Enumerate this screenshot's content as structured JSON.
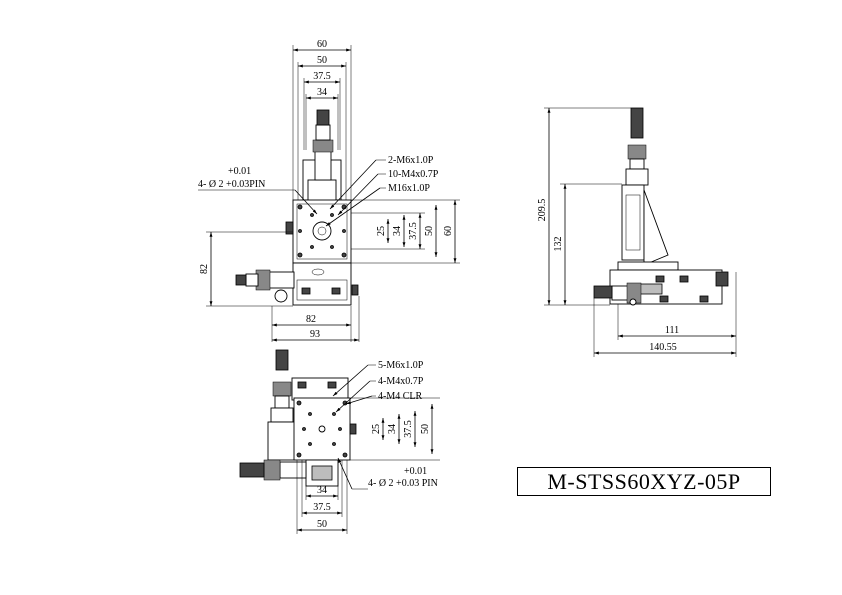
{
  "model": "M-STSS60XYZ-05P",
  "top_view": {
    "dims_top": [
      "60",
      "50",
      "37.5",
      "34"
    ],
    "dims_right": [
      "25",
      "34",
      "37.5",
      "50",
      "60"
    ],
    "dim_left": "82",
    "dims_bottom": [
      "82",
      "93"
    ],
    "callouts": [
      "2-M6x1.0P",
      "10-M4x0.7P",
      "M16x1.0P"
    ],
    "pin_tol": "+0.01",
    "pin_label": "4- Ø 2 +0.03PIN"
  },
  "side_view": {
    "dims_left": [
      "209.5",
      "132"
    ],
    "dims_bottom": [
      "111",
      "140.55"
    ]
  },
  "bottom_view": {
    "callouts": [
      "5-M6x1.0P",
      "4-M4x0.7P",
      "4-M4 CLR"
    ],
    "dims_right": [
      "25",
      "34",
      "37.5",
      "50"
    ],
    "pin_tol": "+0.01",
    "pin_label": "4- Ø 2 +0.03 PIN",
    "dims_bottom": [
      "34",
      "37.5",
      "50"
    ]
  }
}
